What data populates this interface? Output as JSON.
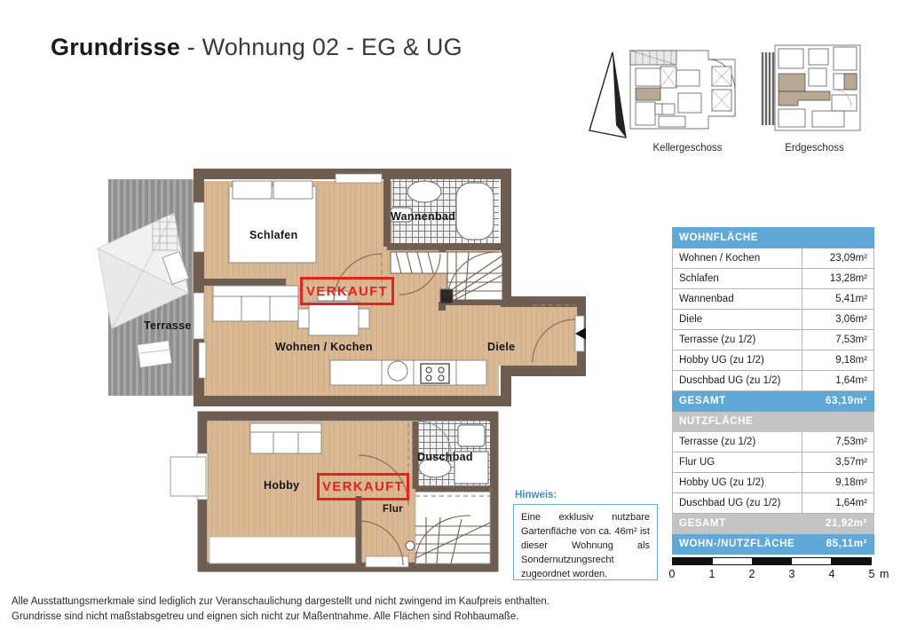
{
  "title": {
    "bold": "Grundrisse",
    "rest": " - Wohnung 02 - EG & UG"
  },
  "keyplans": {
    "north_icon": "north-arrow-icon",
    "items": [
      {
        "caption": "Kellergeschoss"
      },
      {
        "caption": "Erdgeschoss"
      }
    ]
  },
  "plans": {
    "upper": {
      "name": "Erdgeschoss",
      "stamp": "VERKAUFT",
      "rooms": [
        {
          "label": "Schlafen"
        },
        {
          "label": "Wannenbad"
        },
        {
          "label": "Wohnen / Kochen"
        },
        {
          "label": "Diele"
        },
        {
          "label": "Terrasse"
        }
      ]
    },
    "lower": {
      "name": "Untergeschoss",
      "stamp": "VERKAUFT",
      "rooms": [
        {
          "label": "Hobby"
        },
        {
          "label": "Duschbad"
        },
        {
          "label": "Flur"
        }
      ]
    }
  },
  "area_table": {
    "wohnflaeche_header": "WOHNFLÄCHE",
    "wohnflaeche_rows": [
      {
        "label": "Wohnen / Kochen",
        "value": "23,09m²"
      },
      {
        "label": "Schlafen",
        "value": "13,28m²"
      },
      {
        "label": "Wannenbad",
        "value": "5,41m²"
      },
      {
        "label": "Diele",
        "value": "3,06m²"
      },
      {
        "label": "Terrasse (zu 1/2)",
        "value": "7,53m²"
      },
      {
        "label": "Hobby UG (zu 1/2)",
        "value": "9,18m²"
      },
      {
        "label": "Duschbad UG (zu 1/2)",
        "value": "1,64m²"
      }
    ],
    "wohnflaeche_total": {
      "label": "GESAMT",
      "value": "63,19m²"
    },
    "nutzflaeche_header": "NUTZFLÄCHE",
    "nutzflaeche_rows": [
      {
        "label": "Terrasse (zu 1/2)",
        "value": "7,53m²"
      },
      {
        "label": "Flur UG",
        "value": "3,57m²"
      },
      {
        "label": "Hobby UG (zu 1/2)",
        "value": "9,18m²"
      },
      {
        "label": "Duschbad UG (zu 1/2)",
        "value": "1,64m²"
      }
    ],
    "nutzflaeche_total": {
      "label": "GESAMT",
      "value": "21,92m²"
    },
    "grand_total": {
      "label": "WOHN-/NUTZFLÄCHE",
      "value": "85,11m²"
    }
  },
  "hinweis": {
    "label": "Hinweis:",
    "text": "Eine exklusiv nutzbare Gartenfläche von ca. 46m² ist dieser Wohnung als Sondernutzungsrecht zugeordnet worden."
  },
  "scale": {
    "ticks": [
      "0",
      "1",
      "2",
      "3",
      "4",
      "5"
    ],
    "unit": "m"
  },
  "disclaimer": {
    "line1": "Alle Ausstattungsmerkmale sind lediglich zur Veranschaulichung dargestellt und nicht zwingend im Kaufpreis enthalten.",
    "line2": "Grundrisse sind nicht maßstabsgetreu und eignen sich nicht zur Maßentnahme. Alle Flächen sind Rohbaumaße."
  },
  "colors": {
    "accent_blue": "#5fa8d8",
    "subhead_grey": "#c4c4c4",
    "sold_red": "#e8211a",
    "floor_tan": "#d9b894",
    "wall_brown": "#6e5d51"
  }
}
